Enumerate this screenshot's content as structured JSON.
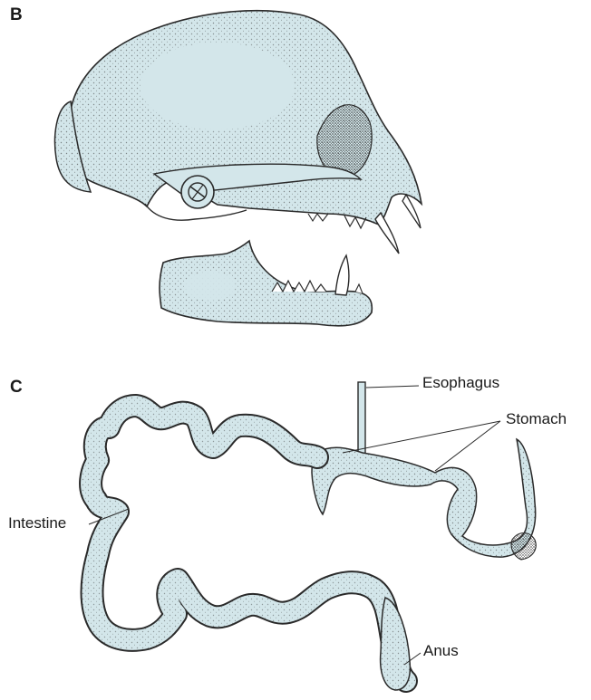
{
  "panels": {
    "b": {
      "letter": "B"
    },
    "c": {
      "letter": "C",
      "labels": {
        "esophagus": "Esophagus",
        "stomach": "Stomach",
        "intestine": "Intestine",
        "anus": "Anus"
      }
    }
  },
  "colors": {
    "fill": "#d3e6ea",
    "stroke": "#2a2a2a",
    "stipple": "#3a3a3a"
  }
}
